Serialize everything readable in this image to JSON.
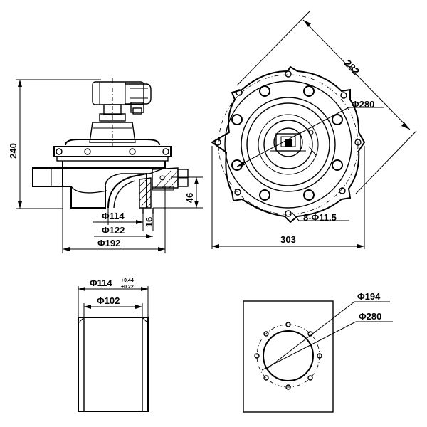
{
  "side_view": {
    "height_label": "240",
    "outlet_height_label": "46",
    "wall_label": "16",
    "d114_label": "Φ114",
    "d122_label": "Φ122",
    "d192_label": "Φ192"
  },
  "top_view": {
    "diag_label": "282",
    "d280_label": "Φ280",
    "holes_label": "8-Φ11.5",
    "width_label": "303"
  },
  "pipe_view": {
    "outer_label": "Φ114",
    "tol_upper": "+0.44",
    "tol_lower": "+0.22",
    "inner_label": "Φ102"
  },
  "flange_view": {
    "d194_label": "Φ194",
    "d280_label": "Φ280"
  }
}
